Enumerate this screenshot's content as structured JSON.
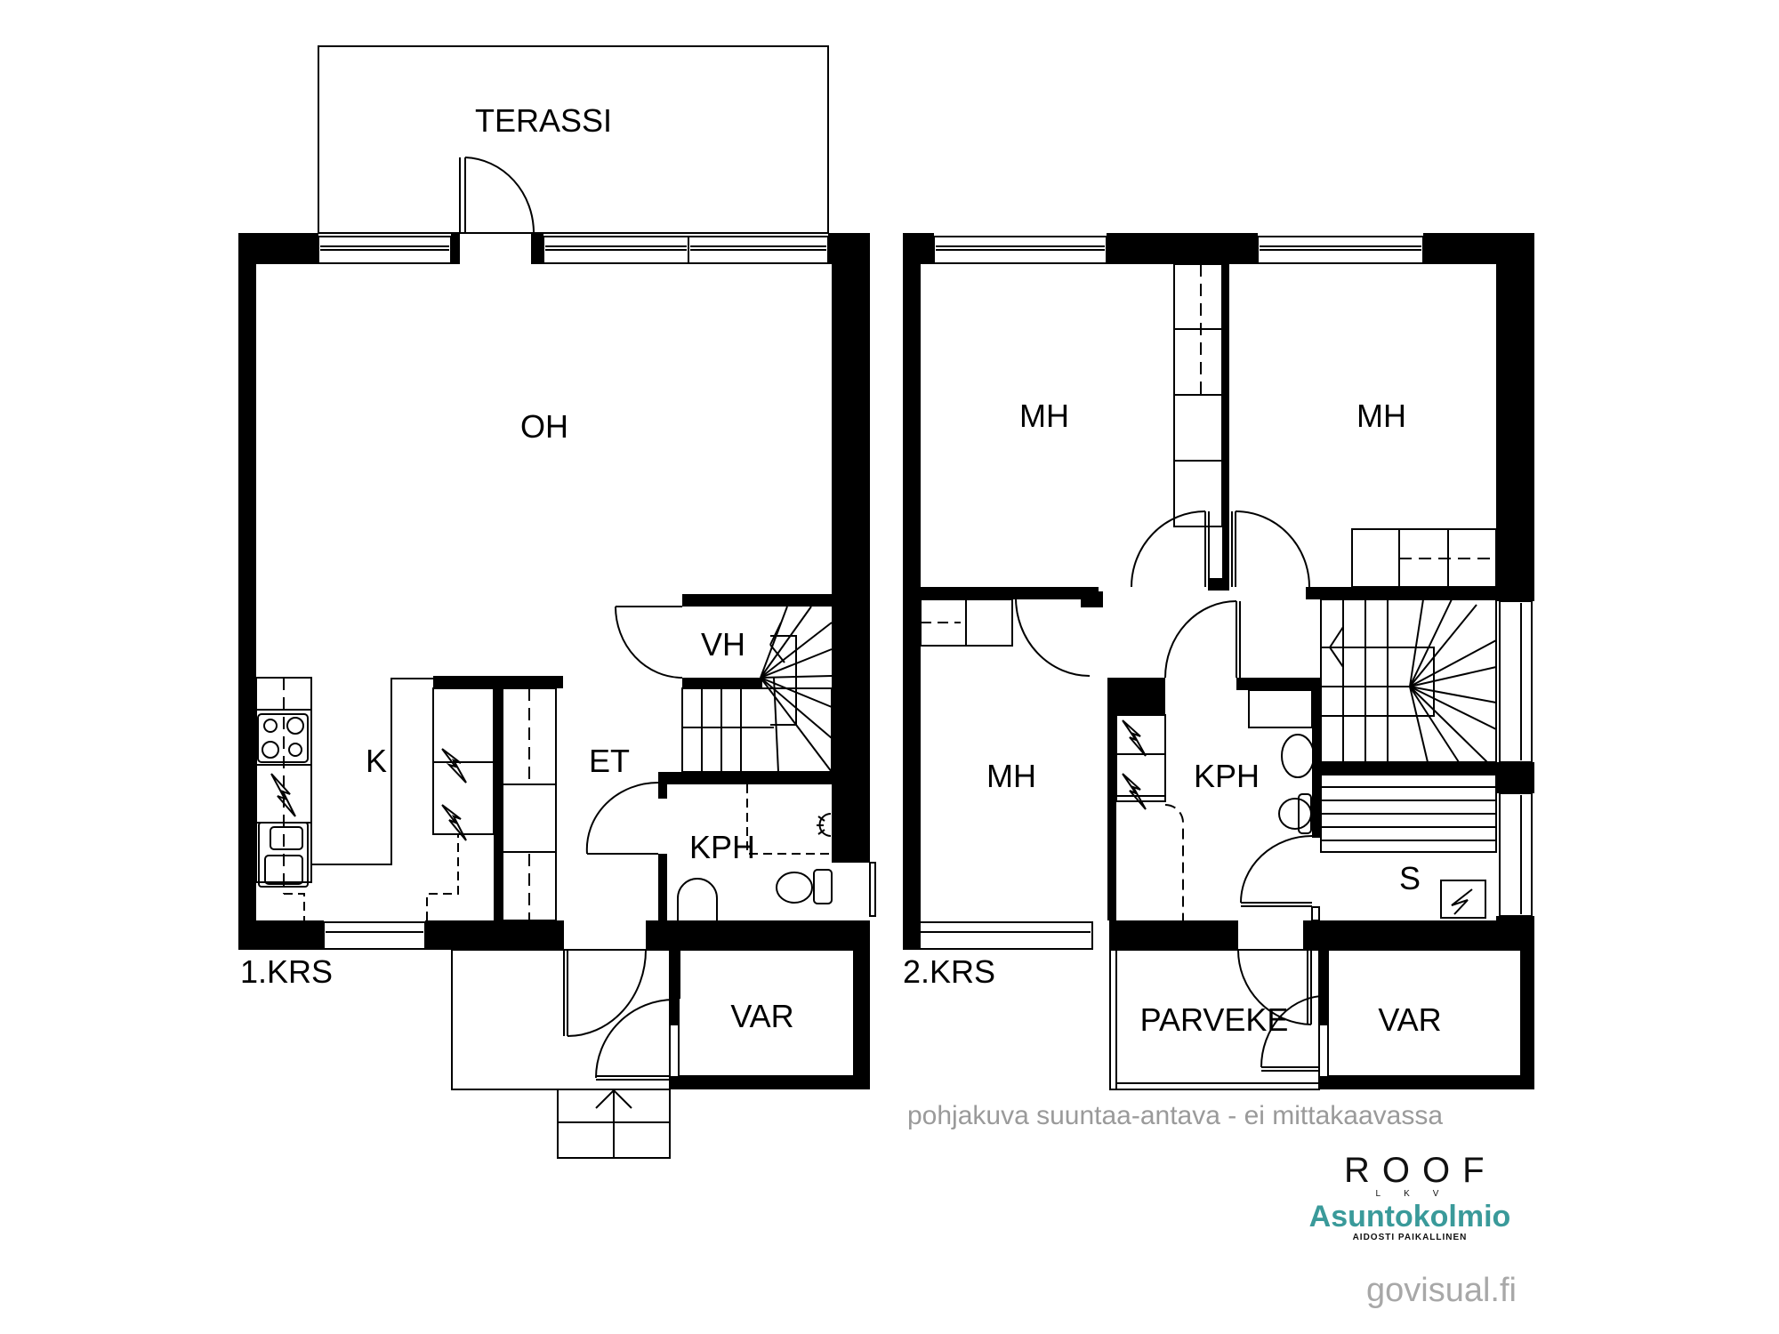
{
  "floor_plan": {
    "floors": [
      {
        "id": "floor-1",
        "label": "1.KRS",
        "rooms": [
          {
            "code": "TERASSI",
            "meaning": "terrace"
          },
          {
            "code": "OH",
            "meaning": "living room"
          },
          {
            "code": "K",
            "meaning": "kitchen"
          },
          {
            "code": "ET",
            "meaning": "entrance hall"
          },
          {
            "code": "VH",
            "meaning": "wardrobe"
          },
          {
            "code": "KPH",
            "meaning": "bathroom"
          },
          {
            "code": "VAR",
            "meaning": "storage"
          }
        ]
      },
      {
        "id": "floor-2",
        "label": "2.KRS",
        "rooms": [
          {
            "code": "MH",
            "meaning": "bedroom (top-left)"
          },
          {
            "code": "MH",
            "meaning": "bedroom (top-right)"
          },
          {
            "code": "MH",
            "meaning": "bedroom (left)"
          },
          {
            "code": "KPH",
            "meaning": "bathroom"
          },
          {
            "code": "S",
            "meaning": "sauna"
          },
          {
            "code": "PARVEKE",
            "meaning": "balcony"
          },
          {
            "code": "VAR",
            "meaning": "storage"
          }
        ]
      }
    ],
    "disclaimer": "pohjakuva suuntaa-antava - ei mittakaavassa",
    "logos": {
      "roof": {
        "main": "ROOF",
        "sub": "LKV"
      },
      "asuntokolmio": {
        "main": "Asuntokolmio",
        "sub": "AIDOSTI PAIKALLINEN",
        "color": "#3a9a9a"
      }
    },
    "credit": "govisual.fi"
  },
  "colors": {
    "wall": "#000000",
    "background": "#ffffff",
    "disclaimer_text": "#9a9a9a",
    "credit_text": "#a8a8a8",
    "brand_teal": "#3a9a9a"
  }
}
